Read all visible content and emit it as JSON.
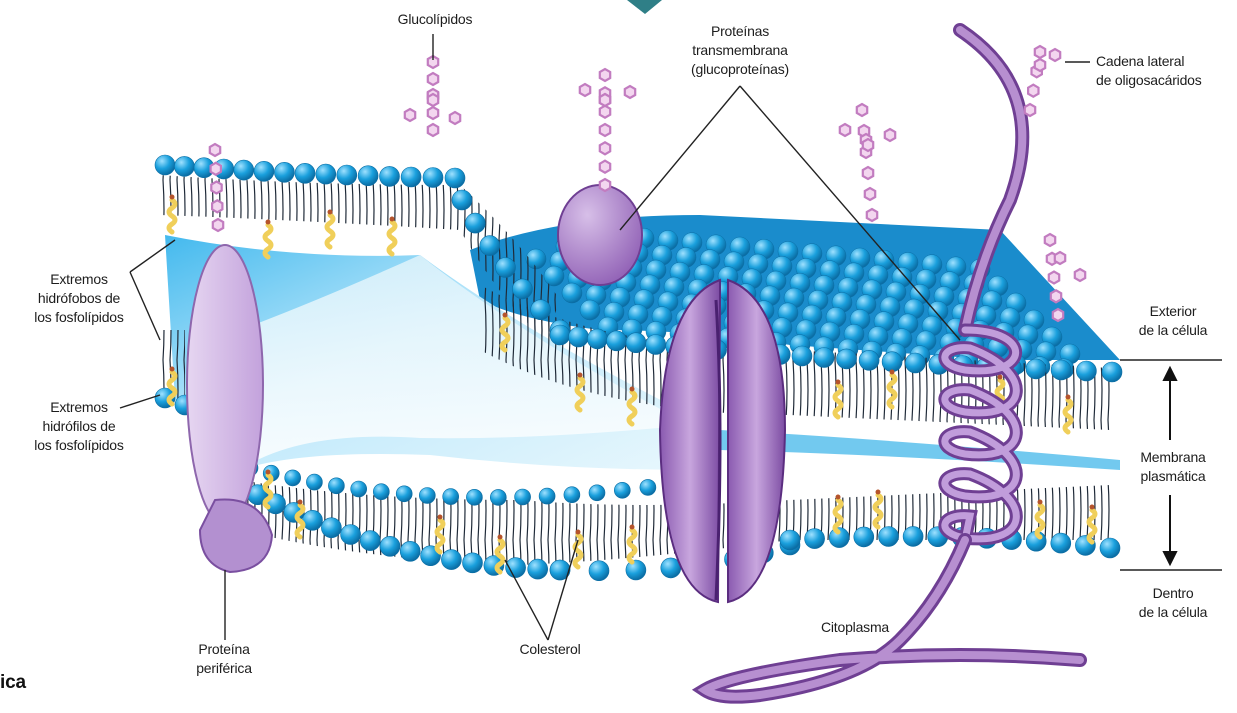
{
  "diagram": {
    "labels": {
      "glucolipidos": "Glucolípidos",
      "proteinas_transmembrana": [
        "Proteínas",
        "transmembrana",
        "(glucoproteínas)"
      ],
      "cadena_lateral": [
        "Cadena lateral",
        "de oligosacáridos"
      ],
      "hidrofobos": [
        "Extremos",
        "hidrófobos de",
        "los fosfolípidos"
      ],
      "hidrofilos": [
        "Extremos",
        "hidrófilos de",
        "los fosfolípidos"
      ],
      "exterior": [
        "Exterior",
        "de la célula"
      ],
      "membrana": [
        "Membrana",
        "plasmática"
      ],
      "dentro": [
        "Dentro",
        "de la célula"
      ],
      "proteina_periferica": [
        "Proteína",
        "periférica"
      ],
      "colesterol": "Colesterol",
      "citoplasma": "Citoplasma",
      "fragment": "ica"
    },
    "colors": {
      "head": "#1aa0dd",
      "head_dark": "#0b6ea5",
      "protein": "#b78fd0",
      "protein_dark": "#6f3f93",
      "sugar": "#c27cc0",
      "cholesterol": "#f0cf5a",
      "interior": "#c9ecfa"
    }
  }
}
